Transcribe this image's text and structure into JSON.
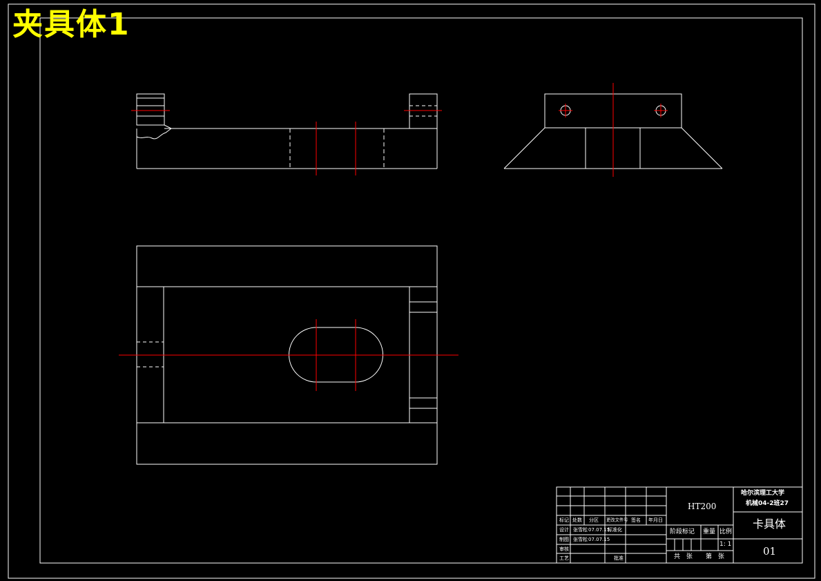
{
  "drawing_title": "夹具体1",
  "title_block": {
    "material": "HT200",
    "school": "哈尔滨理工大学",
    "class_code": "机械04-2班27",
    "part_name": "卡具体",
    "drawing_no": "01",
    "scale": "1: 1",
    "header_labels": [
      "标记",
      "处数",
      "分区",
      "更改文件号",
      "签名",
      "年月日"
    ],
    "row_labels": [
      "设计",
      "制图",
      "审核",
      "工艺"
    ],
    "designer": "张雪松",
    "design_date": "07.07.15",
    "standardization": "标准化",
    "drafter": "张雪松",
    "draft_date": "07.07.15",
    "approve": "批准",
    "stage_mark": "阶段标记",
    "weight": "重量",
    "ratio_label": "比例",
    "total_sheets": "共   张",
    "sheet_no": "第   张"
  },
  "colors": {
    "background": "#000000",
    "outline": "#ffffff",
    "centerline": "#ff0000",
    "title": "#ffff00"
  }
}
